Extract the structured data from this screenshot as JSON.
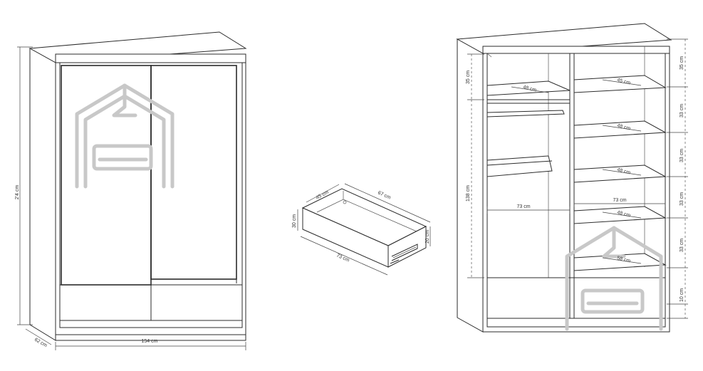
{
  "wardrobe_front": {
    "height": "2'4 cm",
    "width": "154 cm",
    "depth": "62 cm"
  },
  "drawer": {
    "inner_depth": "45 cm",
    "inner_width": "67 cm",
    "height": "30 cm",
    "inner_height": "20 cm",
    "width": "73 cm"
  },
  "wardrobe_open": {
    "total_height": "138 cm",
    "top_left": "35 cm",
    "top_right": "35 cm",
    "shelf_gap_1": "33 cm",
    "shelf_gap_2": "33 cm",
    "shelf_gap_3": "33 cm",
    "shelf_gap_4": "33 cm",
    "plinth": "10 cm",
    "left_width": "73 cm",
    "right_width": "73 cm",
    "shelf_depths": [
      "48 cm",
      "45 cm",
      "48 cm",
      "48 cm",
      "48 cm",
      "58 cm"
    ]
  },
  "colors": {
    "line": "#2b2b2b",
    "watermark": "#c8c8c8"
  }
}
